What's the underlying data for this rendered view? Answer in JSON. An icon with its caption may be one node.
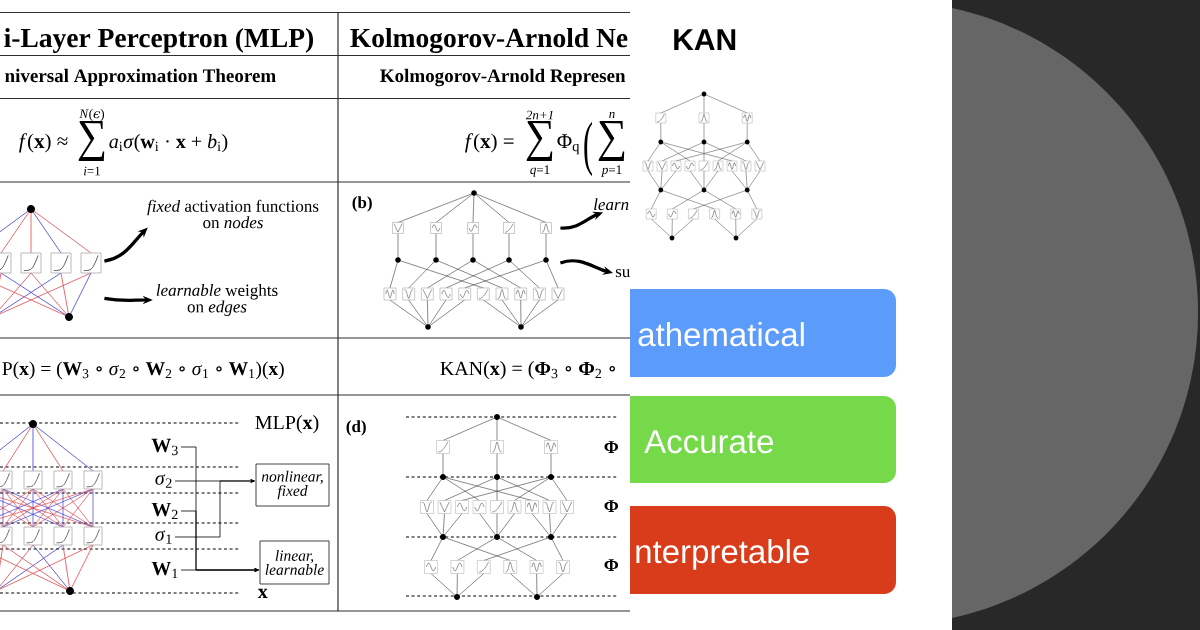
{
  "diagram": {
    "title": "KAN",
    "nodes": [
      {
        "text": [],
        "shape": "picture"
      },
      {
        "text": [
          "*fixed* activation functions on *nodes*"
        ]
      },
      {
        "text": [
          "*learnable* weights on *edges*"
        ]
      },
      {
        "text": [],
        "shape": "picture"
      },
      {
        "text": [
          "learn"
        ]
      },
      {
        "text": [
          "su"
        ]
      },
      {
        "text": [
          "**W**$_{3}$"
        ]
      },
      {
        "text": [
          "*σ*$_{2}$"
        ]
      },
      {
        "text": [
          "**W**$_{2}$"
        ]
      },
      {
        "text": [
          "*σ*$_{1}$"
        ]
      },
      {
        "text": [
          "**W**$_{1}$"
        ]
      },
      {
        "text": [
          "nonlinear, fixed"
        ]
      },
      {
        "text": [
          "linear, learnable"
        ]
      },
      {
        "text": [
          "athematical"
        ]
      },
      {
        "text": [
          "Accurate"
        ]
      },
      {
        "text": [
          "nterpretable"
        ]
      }
    ],
    "edges": [
      {
        "from": 0,
        "to": 1,
        "arrow": "to",
        "style": "thick"
      },
      {
        "from": 0,
        "to": 2,
        "arrow": "to",
        "style": "thick"
      },
      {
        "from": 3,
        "to": 4,
        "arrow": "to",
        "style": "thick"
      },
      {
        "from": 3,
        "to": 5,
        "arrow": "to",
        "style": "thick"
      },
      {
        "from": 7,
        "to": 11,
        "arrow": "to"
      },
      {
        "from": 9,
        "to": 11,
        "arrow": "to"
      },
      {
        "from": 6,
        "to": 12,
        "arrow": "to"
      },
      {
        "from": 8,
        "to": 12,
        "arrow": "to"
      },
      {
        "from": 10,
        "to": 12,
        "arrow": "to"
      }
    ],
    "labels": [
      "i-Layer Perceptron (MLP)",
      "Kolmogorov-Arnold Ne",
      "niversal Approximation Theorem",
      "Kolmogorov-Arnold Represen",
      "*N*(*ϵ*)",
      "*f*(**x**) ≈",
      "∑",
      "*a*$_{i}$*σ*(**w**$_{i}$ · **x** + *b*$_{i}$)",
      "*i*=1",
      "2n+1",
      "*f*(**x**) =",
      "∑",
      "*q*=1",
      "Φ$_{q}$",
      "(",
      "n",
      "∑",
      "*p*=1",
      "(b)",
      "P(**x**) = (**W**$_{3}$ ∘ *σ*$_{2}$ ∘ **W**$_{2}$ ∘ *σ*$_{1}$ ∘ **W**$_{1}$)(**x**)",
      "KAN(**x**) = (**Φ**$_{3}$ ∘ **Φ**$_{2}$ ∘",
      "MLP(**x**)",
      "x",
      "(d)",
      "Φ",
      "Φ",
      "Φ"
    ]
  }
}
